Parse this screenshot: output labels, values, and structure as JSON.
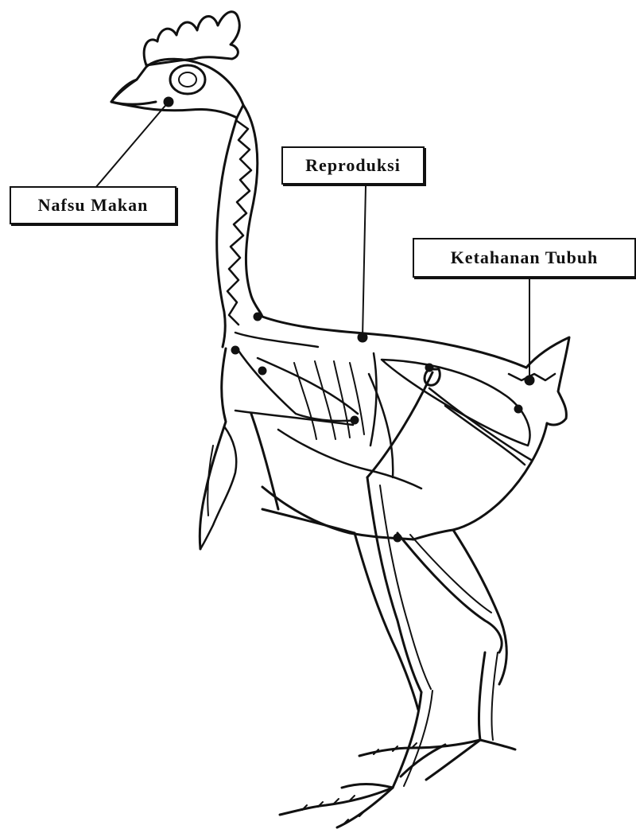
{
  "diagram": {
    "labels": {
      "appetite": "Nafsu Makan",
      "reproduction": "Reproduksi",
      "immunity": "Ketahanan Tubuh"
    },
    "colors": {
      "ink": "#111111",
      "paper": "#ffffff"
    }
  }
}
